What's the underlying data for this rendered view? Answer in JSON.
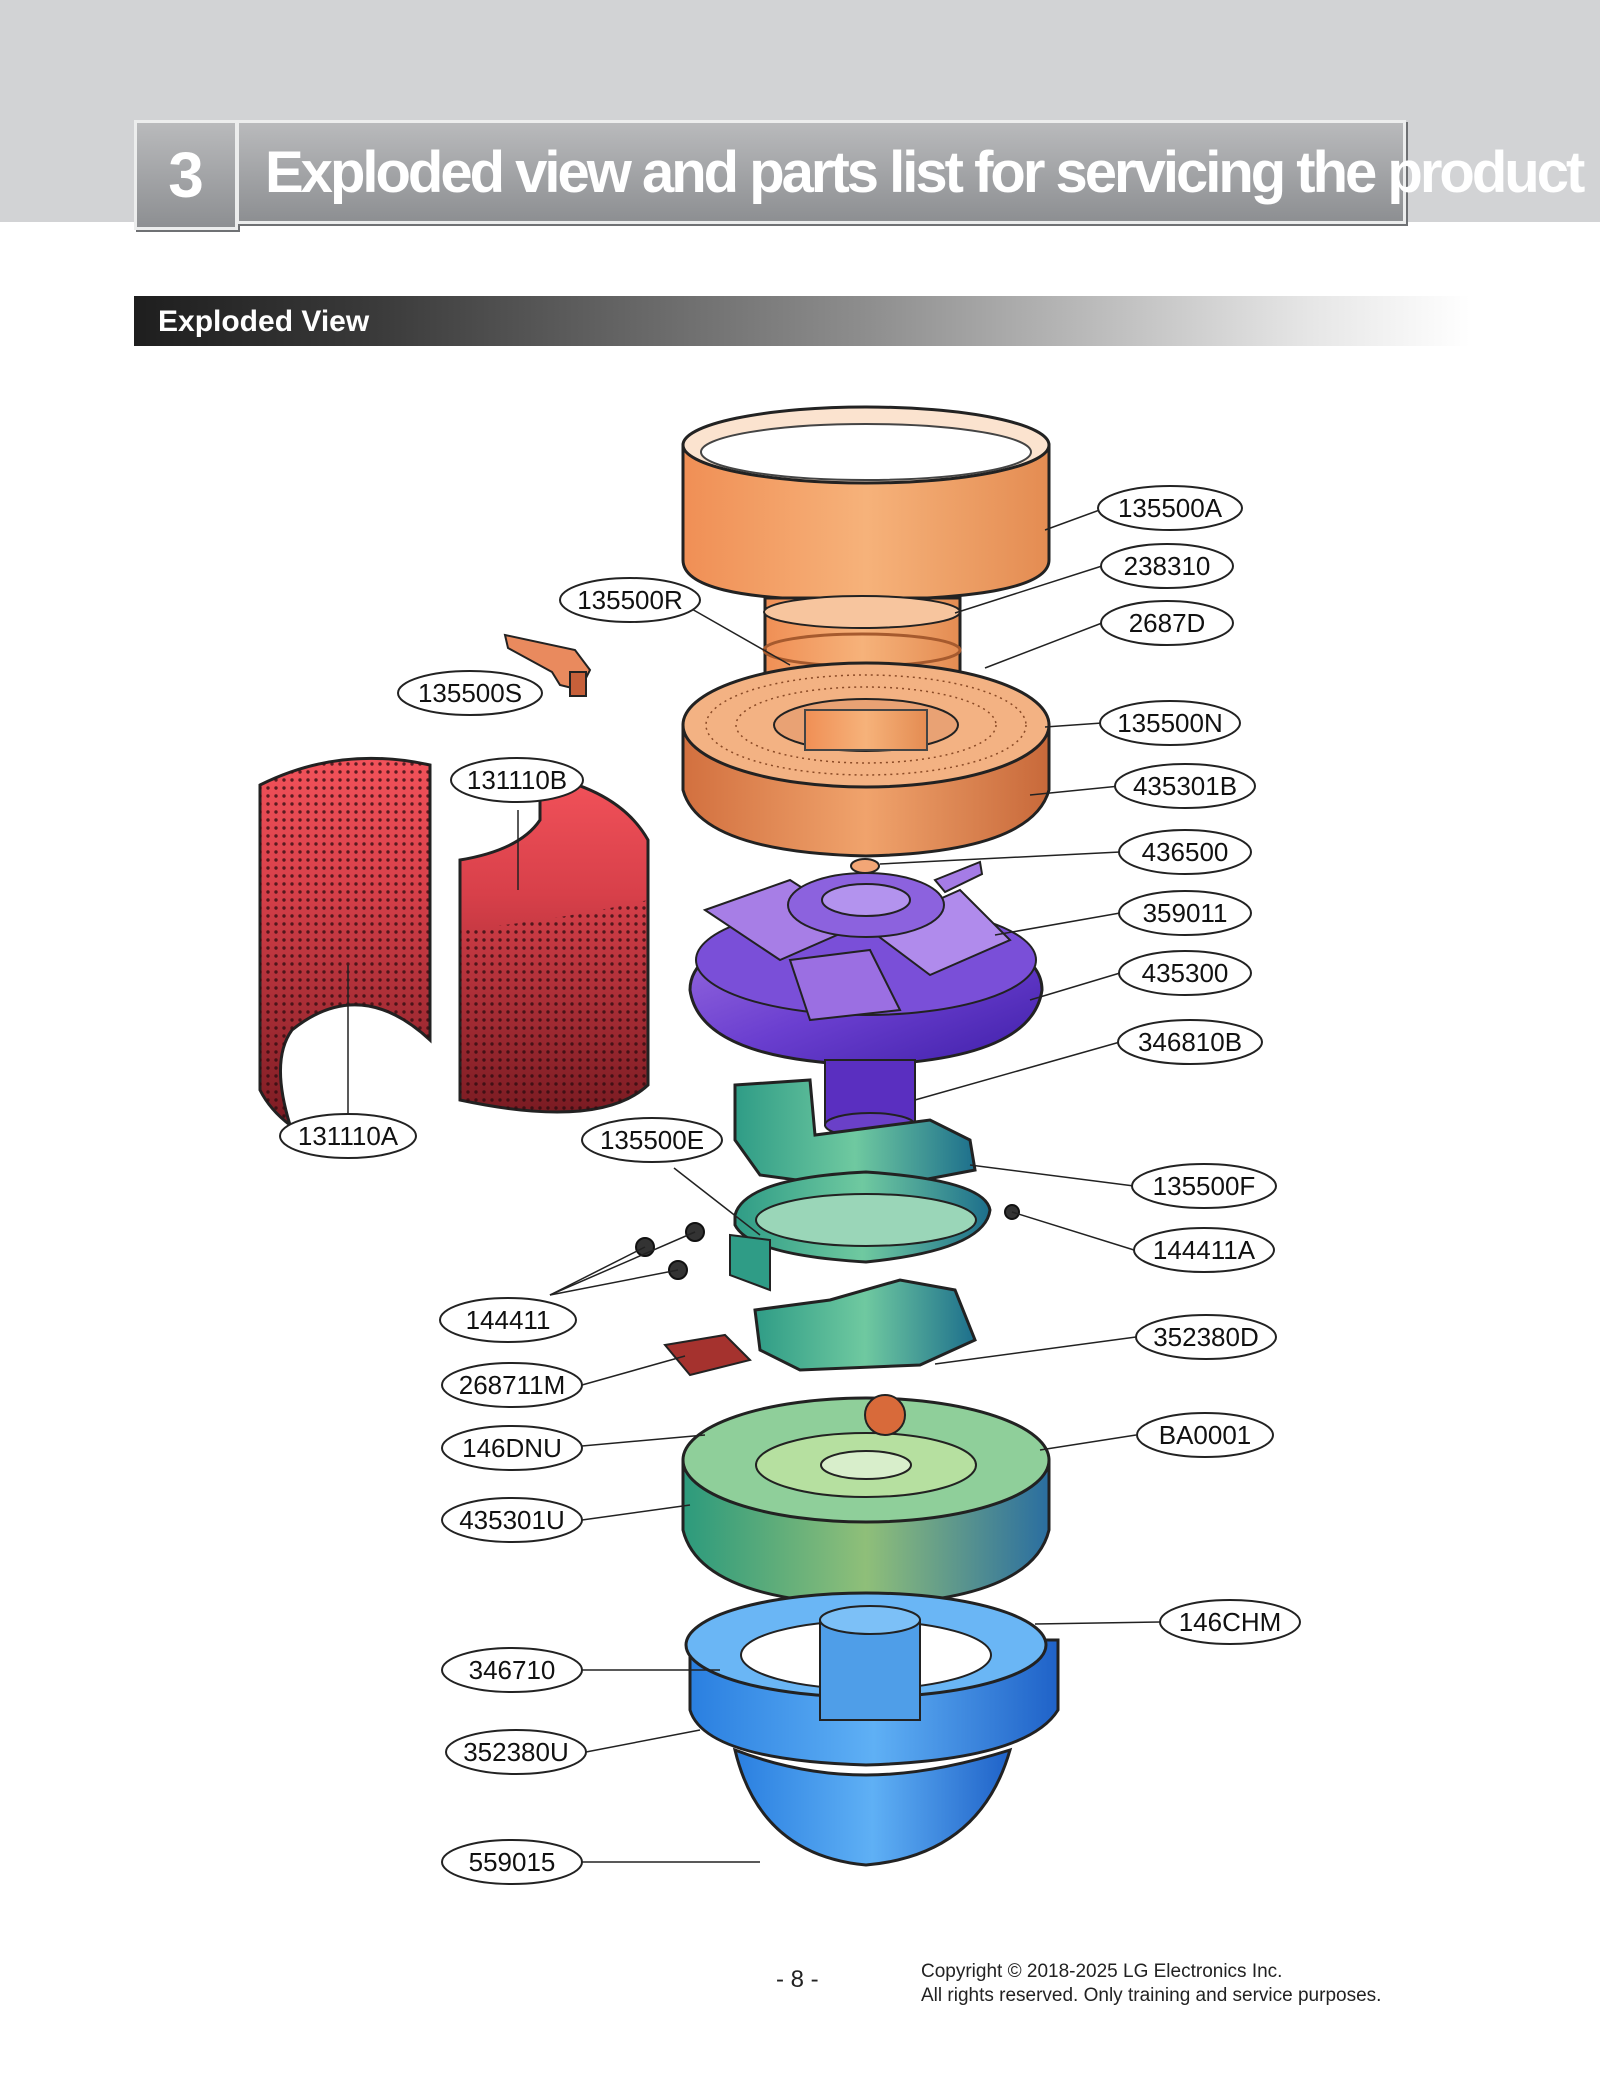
{
  "header": {
    "chapter_number": "3",
    "chapter_title": "Exploded view and parts list for servicing the product"
  },
  "section": {
    "title": "Exploded View"
  },
  "parts": {
    "p135500A": "135500A",
    "p238310": "238310",
    "p2687D": "2687D",
    "p135500R": "135500R",
    "p135500S": "135500S",
    "p135500N": "135500N",
    "p131110B": "131110B",
    "p435301B": "435301B",
    "p436500": "436500",
    "p359011": "359011",
    "p435300": "435300",
    "p346810B": "346810B",
    "p131110A": "131110A",
    "p135500E": "135500E",
    "p135500F": "135500F",
    "p144411A": "144411A",
    "p144411": "144411",
    "p352380D": "352380D",
    "p268711M": "268711M",
    "p146DNU": "146DNU",
    "pBA0001": "BA0001",
    "p435301U": "435301U",
    "p146CHM": "146CHM",
    "p346710": "346710",
    "p352380U": "352380U",
    "p559015": "559015"
  },
  "footer": {
    "page_number": "- 8 -",
    "copyright_line1": "Copyright © 2018-2025 LG Electronics Inc.",
    "copyright_line2": "All rights reserved. Only training and service purposes."
  }
}
